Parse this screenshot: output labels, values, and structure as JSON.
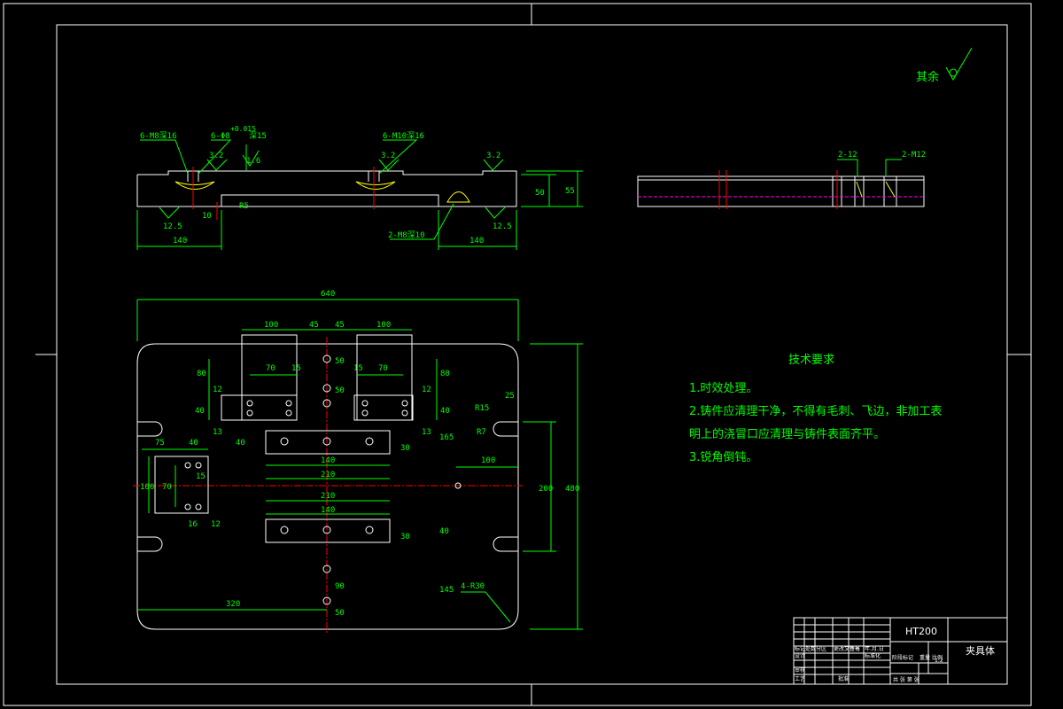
{
  "drawing": {
    "roughness_note": "其余",
    "top_view": {
      "callouts": [
        "6-M8深16",
        "6-Φ8",
        "+0.015",
        "深15",
        "6-M10深16",
        "2-M8深10"
      ],
      "roughness": [
        "3.2",
        "3.2",
        "3.2",
        "1.6",
        "12.5",
        "12.5"
      ],
      "dims": [
        "140",
        "140",
        "10",
        "R5",
        "50",
        "55"
      ]
    },
    "side_view": {
      "callouts": [
        "2-12",
        "2-M12"
      ]
    },
    "plan_view": {
      "dims": [
        "640",
        "100",
        "45",
        "45",
        "100",
        "70",
        "15",
        "15",
        "70",
        "80",
        "80",
        "12",
        "12",
        "40",
        "40",
        "13",
        "13",
        "50",
        "50",
        "R15",
        "25",
        "R7",
        "165",
        "40",
        "140",
        "210",
        "30",
        "75",
        "40",
        "100",
        "70",
        "15",
        "16",
        "12",
        "100",
        "200",
        "480",
        "210",
        "140",
        "30",
        "40",
        "145",
        "4-R30",
        "90",
        "50",
        "320"
      ]
    }
  },
  "tech_requirements": {
    "title": "技术要求",
    "items": [
      "1.时效处理。",
      "2.铸件应清理干净，不得有毛刺、飞边，非加工表",
      "明上的浇冒口应清理与铸件表面齐平。",
      "3.锐角倒钝。"
    ]
  },
  "title_block": {
    "material": "HT200",
    "part_name": "夹具体",
    "scale": "1:2",
    "rows": [
      "标记",
      "处数",
      "分区",
      "更改文件号",
      "签名",
      "年.月.日",
      "设计",
      "标准化",
      "审核",
      "工艺",
      "批准",
      "阶段标记",
      "重量",
      "比例",
      "共  张  第  张"
    ]
  },
  "colors": {
    "outline": "#ffffff",
    "dimension": "#00ff00",
    "center_line": "#ff0000",
    "hidden_line": "#ff00ff",
    "hatch": "#ffff00"
  }
}
